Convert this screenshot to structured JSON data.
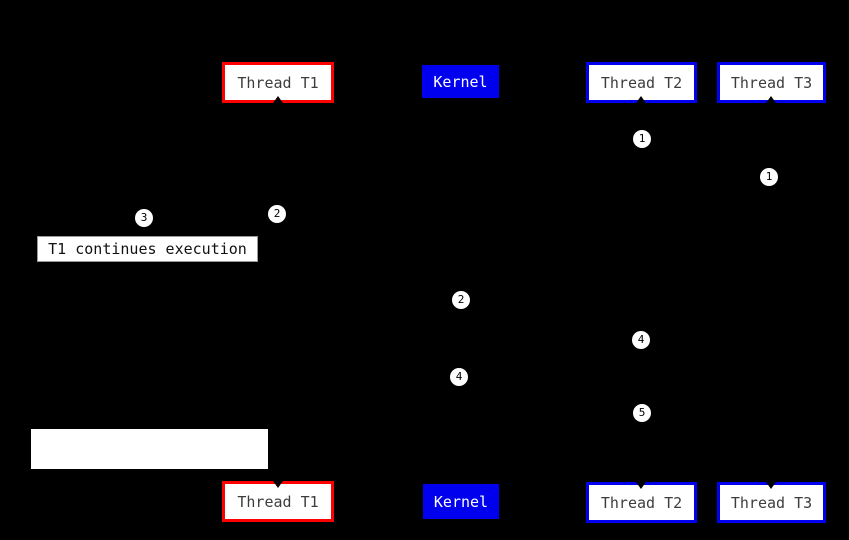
{
  "palette": {
    "background": "#000000",
    "thread_t1_border": "#ff0000",
    "thread_t2_t3_border": "#0000ee",
    "kernel_fill": "#0000ee",
    "node_fill": "#ffffff",
    "node_text": "#3d3d3d",
    "kernel_text": "#ffffff",
    "marker_fill": "#ffffff",
    "marker_text": "#000000"
  },
  "boxes": {
    "t1_top": "Thread T1",
    "kernel_top": "Kernel",
    "t2_top": "Thread T2",
    "t3_top": "Thread T3",
    "t1_bottom": "Thread T1",
    "kernel_bottom": "Kernel",
    "t2_bottom": "Thread T2",
    "t3_bottom": "Thread T3"
  },
  "note": {
    "t1_continues": "T1 continues execution"
  },
  "markers": {
    "m1_t2": "1",
    "m1_t3": "1",
    "m2_t1": "2",
    "m3_t1": "3",
    "m2_kernel": "2",
    "m4_t2": "4",
    "m4_kernel": "4",
    "m5_t2": "5"
  }
}
